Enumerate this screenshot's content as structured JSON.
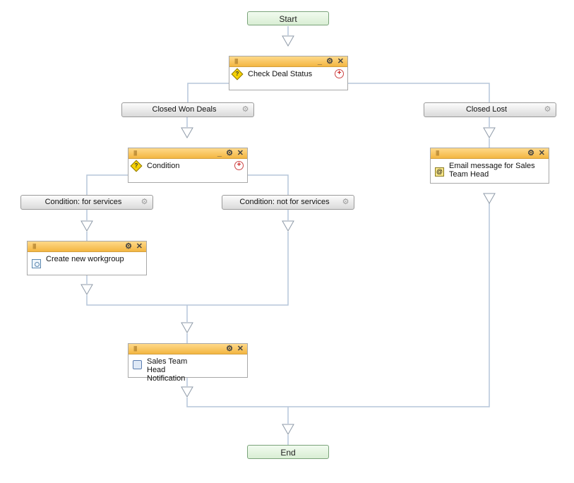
{
  "start": {
    "label": "Start"
  },
  "end": {
    "label": "End"
  },
  "check_deal_status": {
    "label": "Check Deal Status",
    "icon": "condition-icon"
  },
  "branches": {
    "closed_won": "Closed Won Deals",
    "closed_lost": "Closed Lost",
    "for_services": "Condition: for services",
    "not_for_services": "Condition: not for services"
  },
  "condition": {
    "label": "Condition",
    "icon": "condition-icon"
  },
  "create_workgroup": {
    "label": "Create new workgroup",
    "icon": "task-icon"
  },
  "email_message": {
    "label": "Email message for Sales Team Head",
    "icon": "email-icon"
  },
  "notification": {
    "label": "Sales Team Head Notification",
    "icon": "notification-icon"
  },
  "colors": {
    "connector": "#b5c6da",
    "header": "#f3b642",
    "terminal": "#d9eed4"
  }
}
